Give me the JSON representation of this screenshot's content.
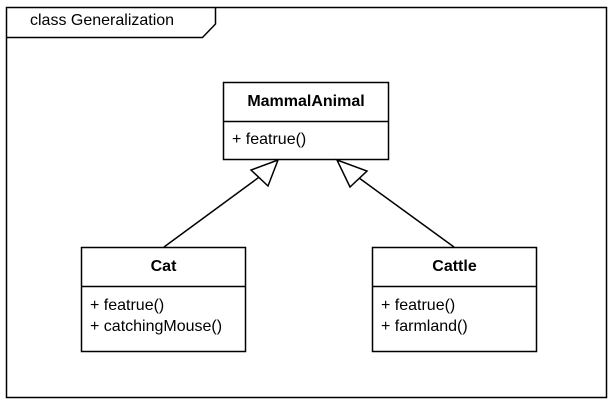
{
  "frame": {
    "label": "class Generalization"
  },
  "classes": [
    {
      "name": "MammalAnimal",
      "operations": [
        "+ featrue()"
      ]
    },
    {
      "name": "Cat",
      "operations": [
        "+ featrue()",
        "+ catchingMouse()"
      ]
    },
    {
      "name": "Cattle",
      "operations": [
        "+ featrue()",
        "+ farmland()"
      ]
    }
  ],
  "relationships": [
    {
      "type": "generalization",
      "from": "Cat",
      "to": "MammalAnimal"
    },
    {
      "type": "generalization",
      "from": "Cattle",
      "to": "MammalAnimal"
    }
  ],
  "colors": {
    "stroke": "#000000",
    "background": "#ffffff"
  }
}
